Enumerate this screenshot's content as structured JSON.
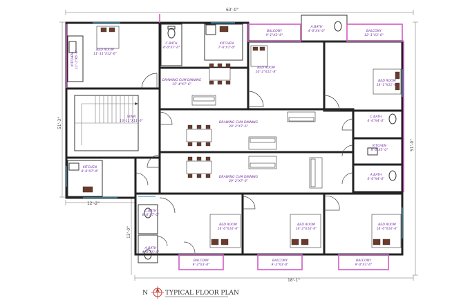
{
  "title": "TYPICAL FLOOR PLAN",
  "north_label": "N",
  "colors": {
    "wall": "#222222",
    "balcony": "#d05ac4",
    "window": "#4aa3c8",
    "label": "#6e2aa0"
  },
  "dimensions": {
    "top_overall": "63'-0\"",
    "left_overall": "51'-3\"",
    "right_overall": "51'-0\"",
    "bottom_overall": "18'-1\"",
    "bottom_left": "12'-2\"",
    "left_lower": "13'-0\""
  },
  "rooms": {
    "kitchen_left": {
      "name": "KITCHEN",
      "size": "11'-1\"X6'-0\""
    },
    "bed_top_left": {
      "name": "BED ROOM",
      "size": "11'-11\"X12'-6\""
    },
    "toilet_top": {
      "name": "C.BATH",
      "size": "4'-0\"X7'-0\""
    },
    "kitchen_top": {
      "name": "KITCHEN",
      "size": "7'-6\"X7'-0\""
    },
    "balcony_top_1": {
      "name": "BALCONY",
      "size": "9'-1\"X3'-0\""
    },
    "bath_top": {
      "name": "A.BATH",
      "size": "4'-0\"X4'-0\""
    },
    "balcony_top_2": {
      "name": "BALCONY",
      "size": "12'-1\"X3'-0\""
    },
    "bed_top_center": {
      "name": "BED ROOM",
      "size": "10'-2\"X11'-8\""
    },
    "drawing_top": {
      "name": "DRAWING CUM DINNING",
      "size": "15'-4\"X7'-6\""
    },
    "bed_top_right": {
      "name": "BED ROOM",
      "size": "14'-1\"X11'-6\""
    },
    "stair": {
      "name": "STAIR",
      "size": "13'-11\"X11'-6\""
    },
    "drawing_mid": {
      "name": "DRAWING CUM DINNING",
      "size": "29'-2\"X7'-6\""
    },
    "cbath_right": {
      "name": "C.BATH",
      "size": "6'-0\"X4'-0\""
    },
    "kitchen_right": {
      "name": "KITCHEN",
      "size": "8'-0\"X5'-0\""
    },
    "drawing_low": {
      "name": "DRAWING CUM DINNING",
      "size": "29'-2\"X7'-6\""
    },
    "abath_right": {
      "name": "A.BATH",
      "size": "6'-0\"X4'-0\""
    },
    "kitchen_left_low": {
      "name": "KITCHEN",
      "size": "8'-0\"X7'-0\""
    },
    "cbath_bottom": {
      "name": "C.BATH",
      "size": "6'-0\"X7'-0\""
    },
    "abath_bottom": {
      "name": "A.BATH",
      "size": "4'-0\"X5'-0\""
    },
    "bed_bottom_1": {
      "name": "BED ROOM",
      "size": "14'-0\"X10'-6\""
    },
    "bed_bottom_2": {
      "name": "BED ROOM",
      "size": "14'-2\"X10'-6\""
    },
    "bed_bottom_3": {
      "name": "BED ROOM",
      "size": "14'-0\"X10'-6\""
    },
    "balcony_bottom_1": {
      "name": "BALCONY",
      "size": "9'-2\"X3'-0\""
    },
    "balcony_bottom_2": {
      "name": "BALCONY",
      "size": "9'-2\"X3'-0\""
    },
    "balcony_bottom_3": {
      "name": "BALCONY",
      "size": "9'-0\"X3'-0\""
    }
  }
}
